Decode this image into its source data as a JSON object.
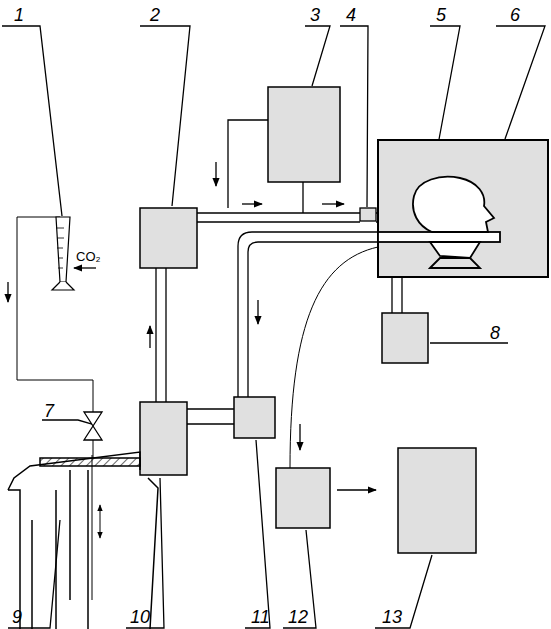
{
  "diagram": {
    "labels": [
      "1",
      "2",
      "3",
      "4",
      "5",
      "6",
      "CO₂",
      "8",
      "7",
      "9",
      "10",
      "11",
      "12",
      "13"
    ]
  }
}
